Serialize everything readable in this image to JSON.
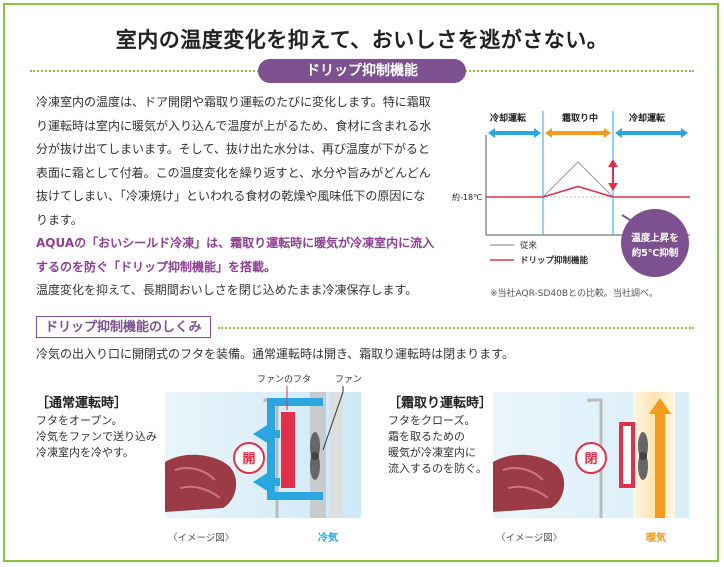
{
  "headline": "室内の温度変化を抑えて、おいしさを逃がさない。",
  "section_label": "ドリップ抑制機能",
  "paragraph1": "冷凍室内の温度は、ドア開閉や霜取り運転のたびに変化します。特に霜取り運転時は室内に暖気が入り込んで温度が上がるため、食材に含まれる水分が抜け出てしまいます。そして、抜け出た水分は、再び温度が下がると表面に霜として付着。この温度変化を繰り返すと、水分や旨みがどんどん抜けてしまい、「冷凍焼け」といわれる食材の乾燥や風味低下の原因になります。",
  "paragraph2": "AQUAの「おいシールド冷凍」は、霜取り運転時に暖気が冷凍室内に流入するのを防ぐ「ドリップ抑制機能」を搭載。",
  "paragraph3": "温度変化を抑えて、長期間おいしさを閉じ込めたまま冷凍保存します。",
  "sub_heading": "ドリップ抑制機能のしくみ",
  "sub_desc": "冷気の出入り口に開閉式のフタを装備。通常運転時は開き、霜取り運転時は閉まります。",
  "chart_data": {
    "type": "line",
    "phases": [
      "冷却運転",
      "霜取り中",
      "冷却運転"
    ],
    "phase_colors": [
      "#2aa7df",
      "#f39a1f",
      "#2aa7df"
    ],
    "y_label": "約-18℃",
    "x": [
      "cool_start",
      "defrost_start",
      "defrost_peak",
      "defrost_end",
      "cool_end"
    ],
    "series": [
      {
        "name": "従来",
        "color": "#999999",
        "values": [
          0,
          0,
          5,
          0,
          0
        ]
      },
      {
        "name": "ドリップ抑制機能",
        "color": "#e0304a",
        "values": [
          0,
          0,
          1.5,
          0,
          0
        ]
      }
    ],
    "callout": "温度上昇を約5℃抑制",
    "callout_line1": "温度上昇を",
    "callout_line2": "約5℃抑制",
    "note": "※当社AQR-SD40Bとの比較。当社調べ。"
  },
  "panel_normal": {
    "title": "［通常運転時］",
    "text1": "フタをオープン。",
    "text2": "冷気をファンで送り込み",
    "text3": "冷凍室内を冷やす。",
    "label_lid": "ファンのフタ",
    "label_fan": "ファン",
    "open_badge": "開",
    "caption": "〈イメージ図〉",
    "air_label": "冷気",
    "air_color": "#2aa7df"
  },
  "panel_defrost": {
    "title": "［霜取り運転時］",
    "text1": "フタをクローズ。",
    "text2": "霜を取るための",
    "text3": "暖気が冷凍室内に",
    "text4": "流入するのを防ぐ。",
    "closed_badge": "閉",
    "caption": "〈イメージ図〉",
    "air_label": "暖気",
    "air_color": "#f39a1f"
  },
  "colors": {
    "accent_purple": "#7d5190",
    "frame_green": "#8dc43f",
    "red": "#e0304a"
  }
}
